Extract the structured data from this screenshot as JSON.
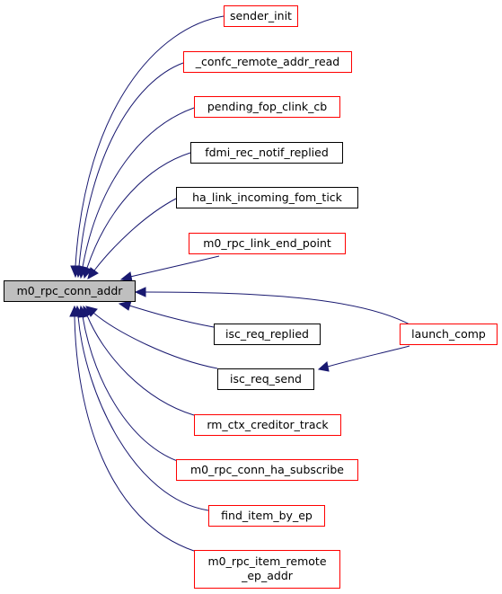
{
  "graph": {
    "root": {
      "label": "m0_rpc_conn_addr"
    },
    "callers": [
      {
        "label": "sender_init",
        "border": "red"
      },
      {
        "label": "_confc_remote_addr_read",
        "border": "red"
      },
      {
        "label": "pending_fop_clink_cb",
        "border": "red"
      },
      {
        "label": "fdmi_rec_notif_replied",
        "border": "black"
      },
      {
        "label": "ha_link_incoming_fom_tick",
        "border": "black"
      },
      {
        "label": "m0_rpc_link_end_point",
        "border": "red"
      },
      {
        "label": "isc_req_replied",
        "border": "black"
      },
      {
        "label": "isc_req_send",
        "border": "black"
      },
      {
        "label": "rm_ctx_creditor_track",
        "border": "red"
      },
      {
        "label": "m0_rpc_conn_ha_subscribe",
        "border": "red"
      },
      {
        "label": "find_item_by_ep",
        "border": "red"
      },
      {
        "label_line1": "m0_rpc_item_remote",
        "label_line2": "_ep_addr",
        "border": "red"
      }
    ],
    "second_level": {
      "label": "launch_comp",
      "border": "red"
    }
  },
  "colors": {
    "edge": "#191970",
    "root_fill": "#bfbfbf",
    "red_border": "#ff0000",
    "black_border": "#000000"
  }
}
